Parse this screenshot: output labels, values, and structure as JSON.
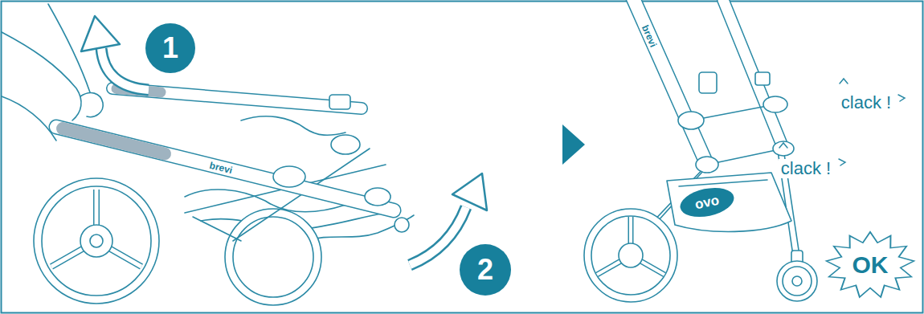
{
  "diagram": {
    "nodes": [
      {
        "text": [
          "1"
        ]
      },
      {
        "text": [
          "2"
        ]
      },
      {
        "text": [
          "OK"
        ]
      }
    ],
    "labels": [
      "brevi",
      "brevi",
      "clack !",
      "clack !",
      "ovo"
    ]
  }
}
